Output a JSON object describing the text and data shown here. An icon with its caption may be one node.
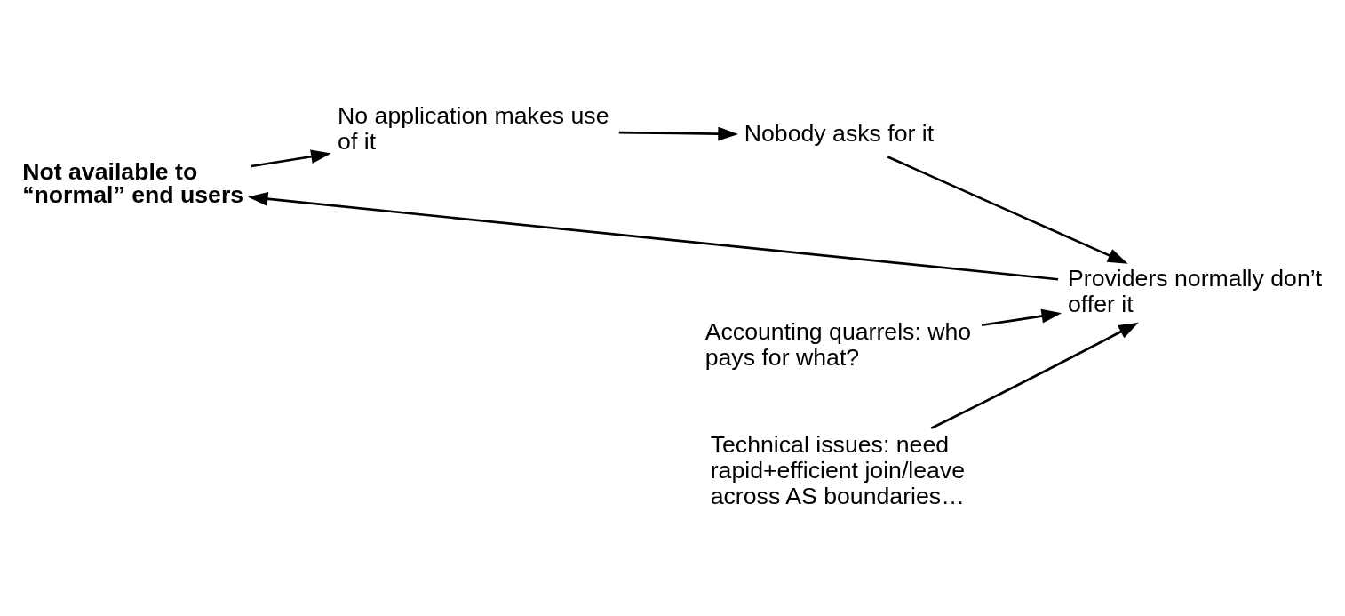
{
  "diagram": {
    "nodes": [
      {
        "text": [
          "Not available to “normal” end users"
        ]
      },
      {
        "text": [
          "No application makes use of it"
        ]
      },
      {
        "text": [
          "Nobody asks for it"
        ]
      },
      {
        "text": [
          "Providers normally don’t offer it"
        ]
      },
      {
        "text": [
          "Accounting quarrels: who pays for what?"
        ]
      },
      {
        "text": [
          "Technical issues: need rapid+efficient join/leave across AS boundaries…"
        ]
      }
    ],
    "edges": [
      {
        "from": 0,
        "to": 1,
        "arrow": "to"
      },
      {
        "from": 1,
        "to": 2,
        "arrow": "to"
      },
      {
        "from": 2,
        "to": 3,
        "arrow": "to"
      },
      {
        "from": 4,
        "to": 3,
        "arrow": "to"
      },
      {
        "from": 5,
        "to": 3,
        "arrow": "to"
      },
      {
        "from": 3,
        "to": 0,
        "arrow": "to"
      }
    ]
  }
}
